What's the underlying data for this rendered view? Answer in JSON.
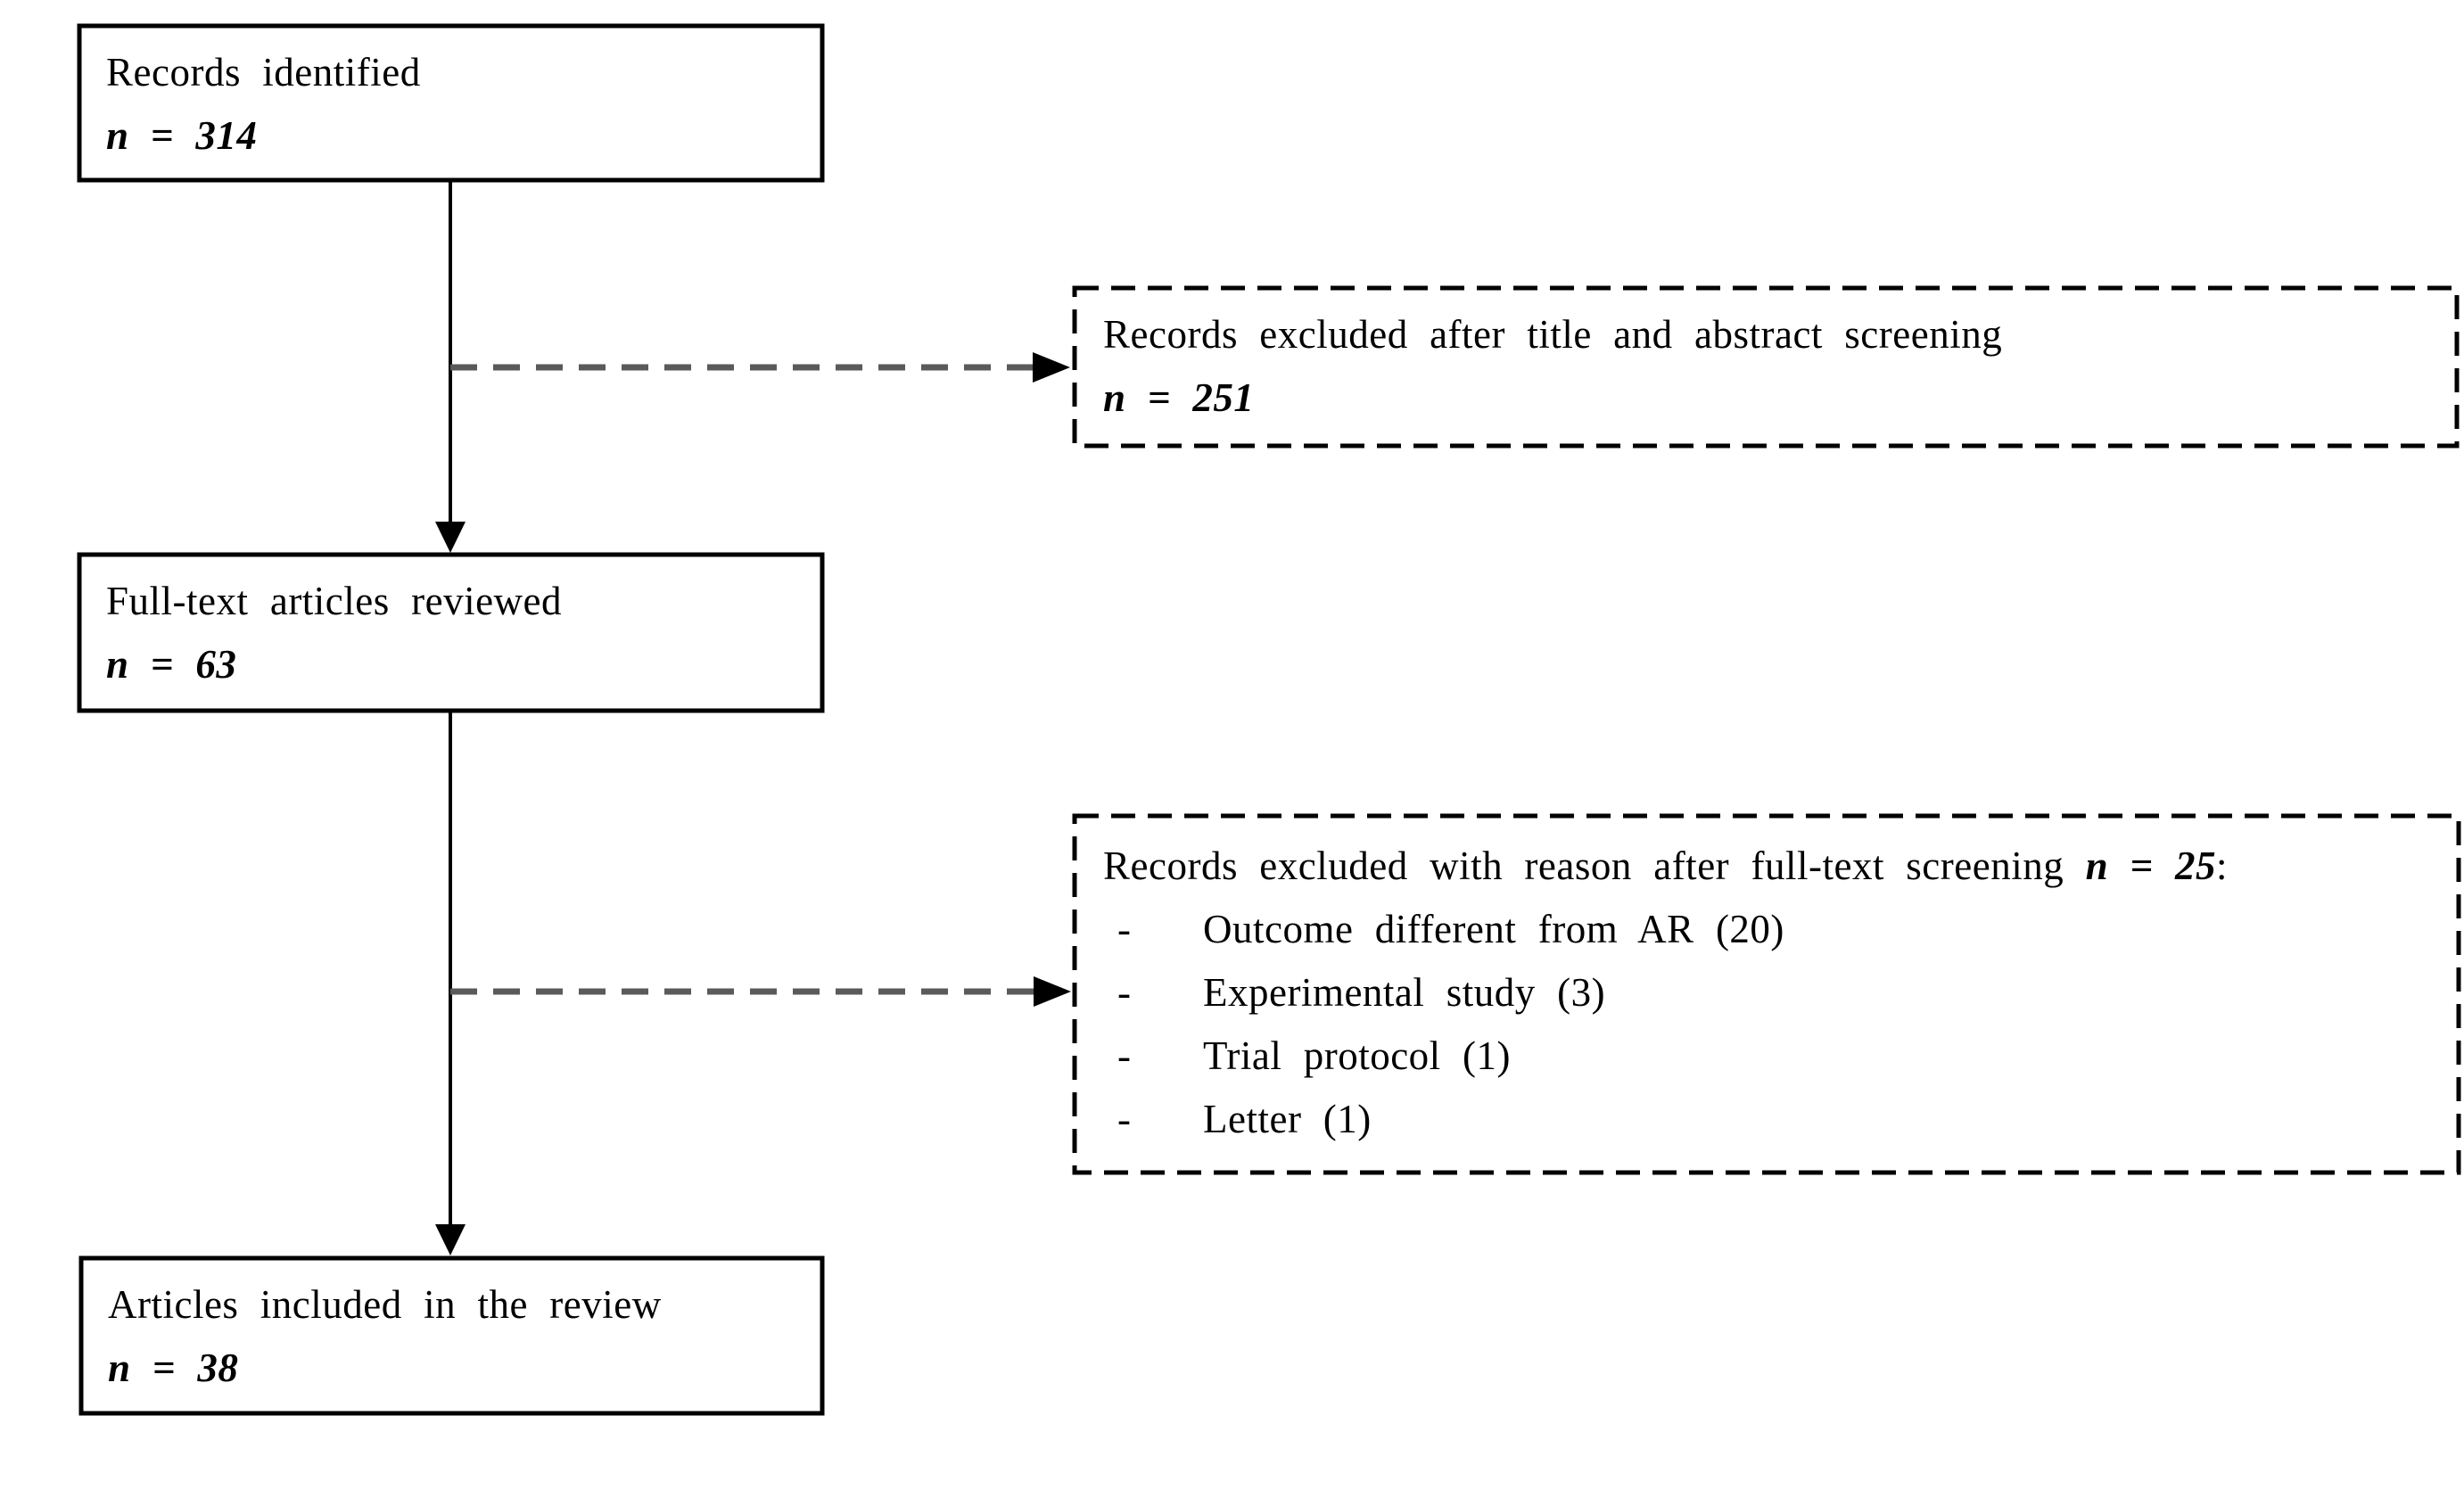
{
  "diagram": {
    "title_semantic": "study-selection-flowchart",
    "colors": {
      "background": "#ffffff",
      "box_border": "#000000",
      "text": "#000000",
      "solid_arrow": "#000000",
      "dashed_arrow": "#5a5a5a"
    },
    "boxes": {
      "records_identified": {
        "line1": "Records identified",
        "n_label": "n = 314"
      },
      "excluded_title_abstract": {
        "line1": "Records excluded after title and abstract screening",
        "n_label": "n = 251"
      },
      "fulltext_reviewed": {
        "line1": "Full-text articles reviewed",
        "n_label": "n = 63"
      },
      "excluded_fulltext": {
        "header_text": "Records excluded with reason after full-text screening",
        "header_n": "n = 25",
        "header_suffix": ":",
        "items": [
          {
            "bullet": "-",
            "label": "Outcome different from AR (20)"
          },
          {
            "bullet": "-",
            "label": "Experimental study (3)"
          },
          {
            "bullet": "-",
            "label": "Trial protocol (1)"
          },
          {
            "bullet": "-",
            "label": "Letter (1)"
          }
        ]
      },
      "included_review": {
        "line1": "Articles included in the review",
        "n_label": "n = 38"
      }
    }
  }
}
